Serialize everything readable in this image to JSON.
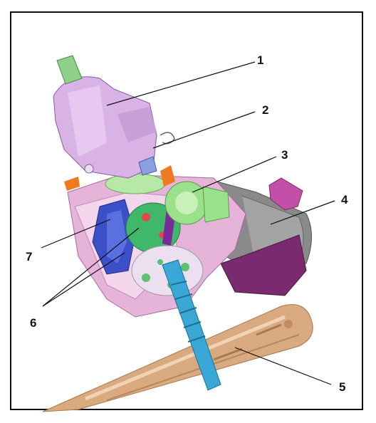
{
  "labels": [
    {
      "id": "1",
      "text": "1"
    },
    {
      "id": "2",
      "text": "2"
    },
    {
      "id": "3",
      "text": "3"
    },
    {
      "id": "4",
      "text": "4"
    },
    {
      "id": "5",
      "text": "5"
    },
    {
      "id": "6",
      "text": "6"
    },
    {
      "id": "7",
      "text": "7"
    }
  ],
  "colors": {
    "valve_body": "#d9b3e6",
    "pinion_shaft": "#3aa8d6",
    "rack": "#d9a97f",
    "motor": "#8a8a8a",
    "motor_bracket": "#7a2a6e",
    "worm_gear": "#9be08a",
    "housing": "#e6b3d9",
    "input_shaft": "#8ed08a",
    "blue_gear": "#3b4fc9",
    "orange_fittings": "#f07a20"
  }
}
